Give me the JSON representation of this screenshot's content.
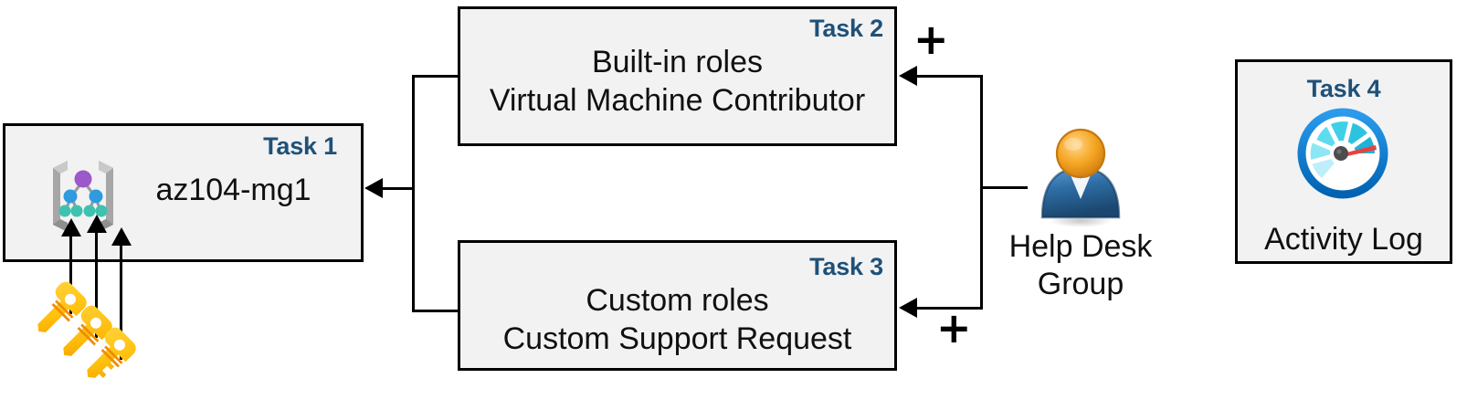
{
  "diagram": {
    "title": "Azure RBAC tasks diagram",
    "accent_color": "#1f5178",
    "box_fill": "#f2f2f2",
    "box_border": "#000000"
  },
  "boxes": [
    {
      "id": "task1",
      "task_label": "Task 1",
      "text": "az104-mg1",
      "icon": "management-group-icon"
    },
    {
      "id": "task2",
      "task_label": "Task 2",
      "line1": "Built-in roles",
      "line2": "Virtual Machine Contributor"
    },
    {
      "id": "task3",
      "task_label": "Task 3",
      "line1": "Custom roles",
      "line2": "Custom Support Request"
    },
    {
      "id": "task4",
      "task_label": "Task 4",
      "text": "Activity Log",
      "icon": "activity-log-gauge-icon"
    }
  ],
  "actor": {
    "label_line1": "Help Desk",
    "label_line2": "Group",
    "icon": "user-group-icon"
  },
  "operators": {
    "plus_top": "+",
    "plus_bottom": "+"
  },
  "icons": {
    "management_group": "management-group-icon",
    "keys": "keys-icon",
    "user": "user-icon",
    "gauge": "gauge-icon"
  },
  "colors": {
    "mg_bracket": "#9b9b9b",
    "mg_root_node": "#9b59c9",
    "mg_mid_node": "#2e9bdf",
    "mg_leaf_node": "#3fc1b0",
    "key_yellow": "#ffc20e",
    "key_orange": "#f5a623",
    "user_head": "#f0a030",
    "user_body": "#2e6da4",
    "gauge_ring": "#0078d7",
    "gauge_segment": "#32c5e6",
    "gauge_needle": "#e8423f",
    "gauge_hub": "#4d4d4d"
  }
}
